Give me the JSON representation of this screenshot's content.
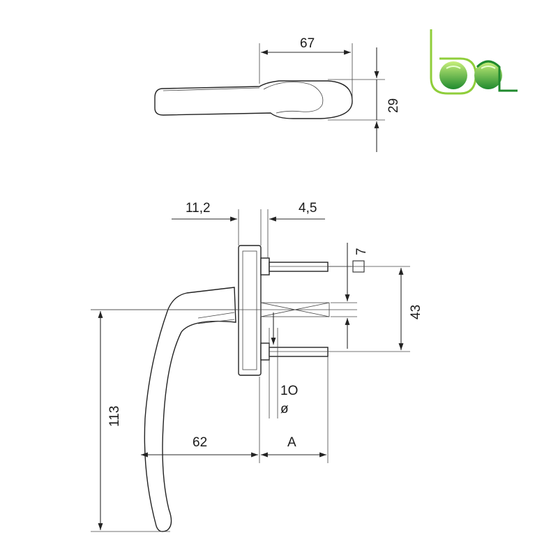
{
  "dimensions": {
    "top_width": "67",
    "top_height": "29",
    "flange_offset": "11,2",
    "spindle_offset": "4,5",
    "square_size": "7",
    "screw_spacing": "43",
    "diameter": "1O",
    "diameter_symbol": "ø",
    "height": "113",
    "reach": "62",
    "spindle_length": "A"
  },
  "colors": {
    "logo_green_light": "#8fce3a",
    "logo_green_dark": "#1f8a2e",
    "line": "#2a2a2a"
  },
  "logo": {
    "icon": "bal-logo-icon"
  }
}
